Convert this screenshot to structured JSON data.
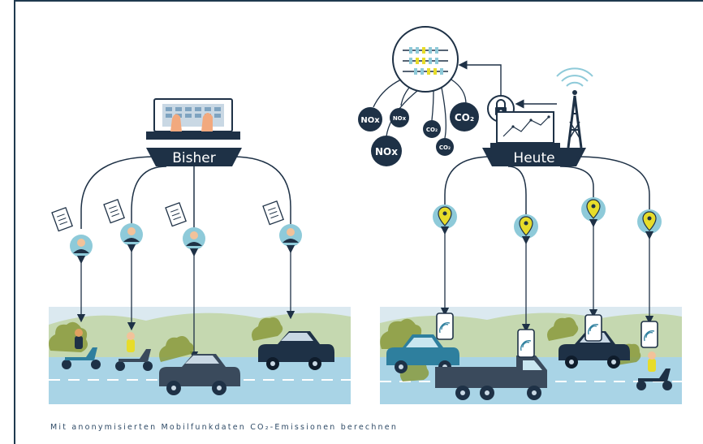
{
  "diagram": {
    "left_label": "Bisher",
    "right_label": "Heute",
    "emissions": {
      "nox_label": "NOx",
      "co2_label": "CO₂"
    }
  },
  "caption": "Mit anonymisierten Mobilfunkdaten CO₂-Emissionen berechnen",
  "colors": {
    "frame": "#1f3a4f",
    "dark_navy": "#1e3146",
    "circle_blue": "#8ecad9",
    "pin_yellow": "#e7dc2a",
    "road": "#a9d4e6",
    "sky": "#dbe9f0",
    "hills": "#c5d8b0",
    "smoke": "#8a9a3c",
    "car_blue": "#2e7f9e",
    "truck_grey": "#3a4a5c"
  }
}
